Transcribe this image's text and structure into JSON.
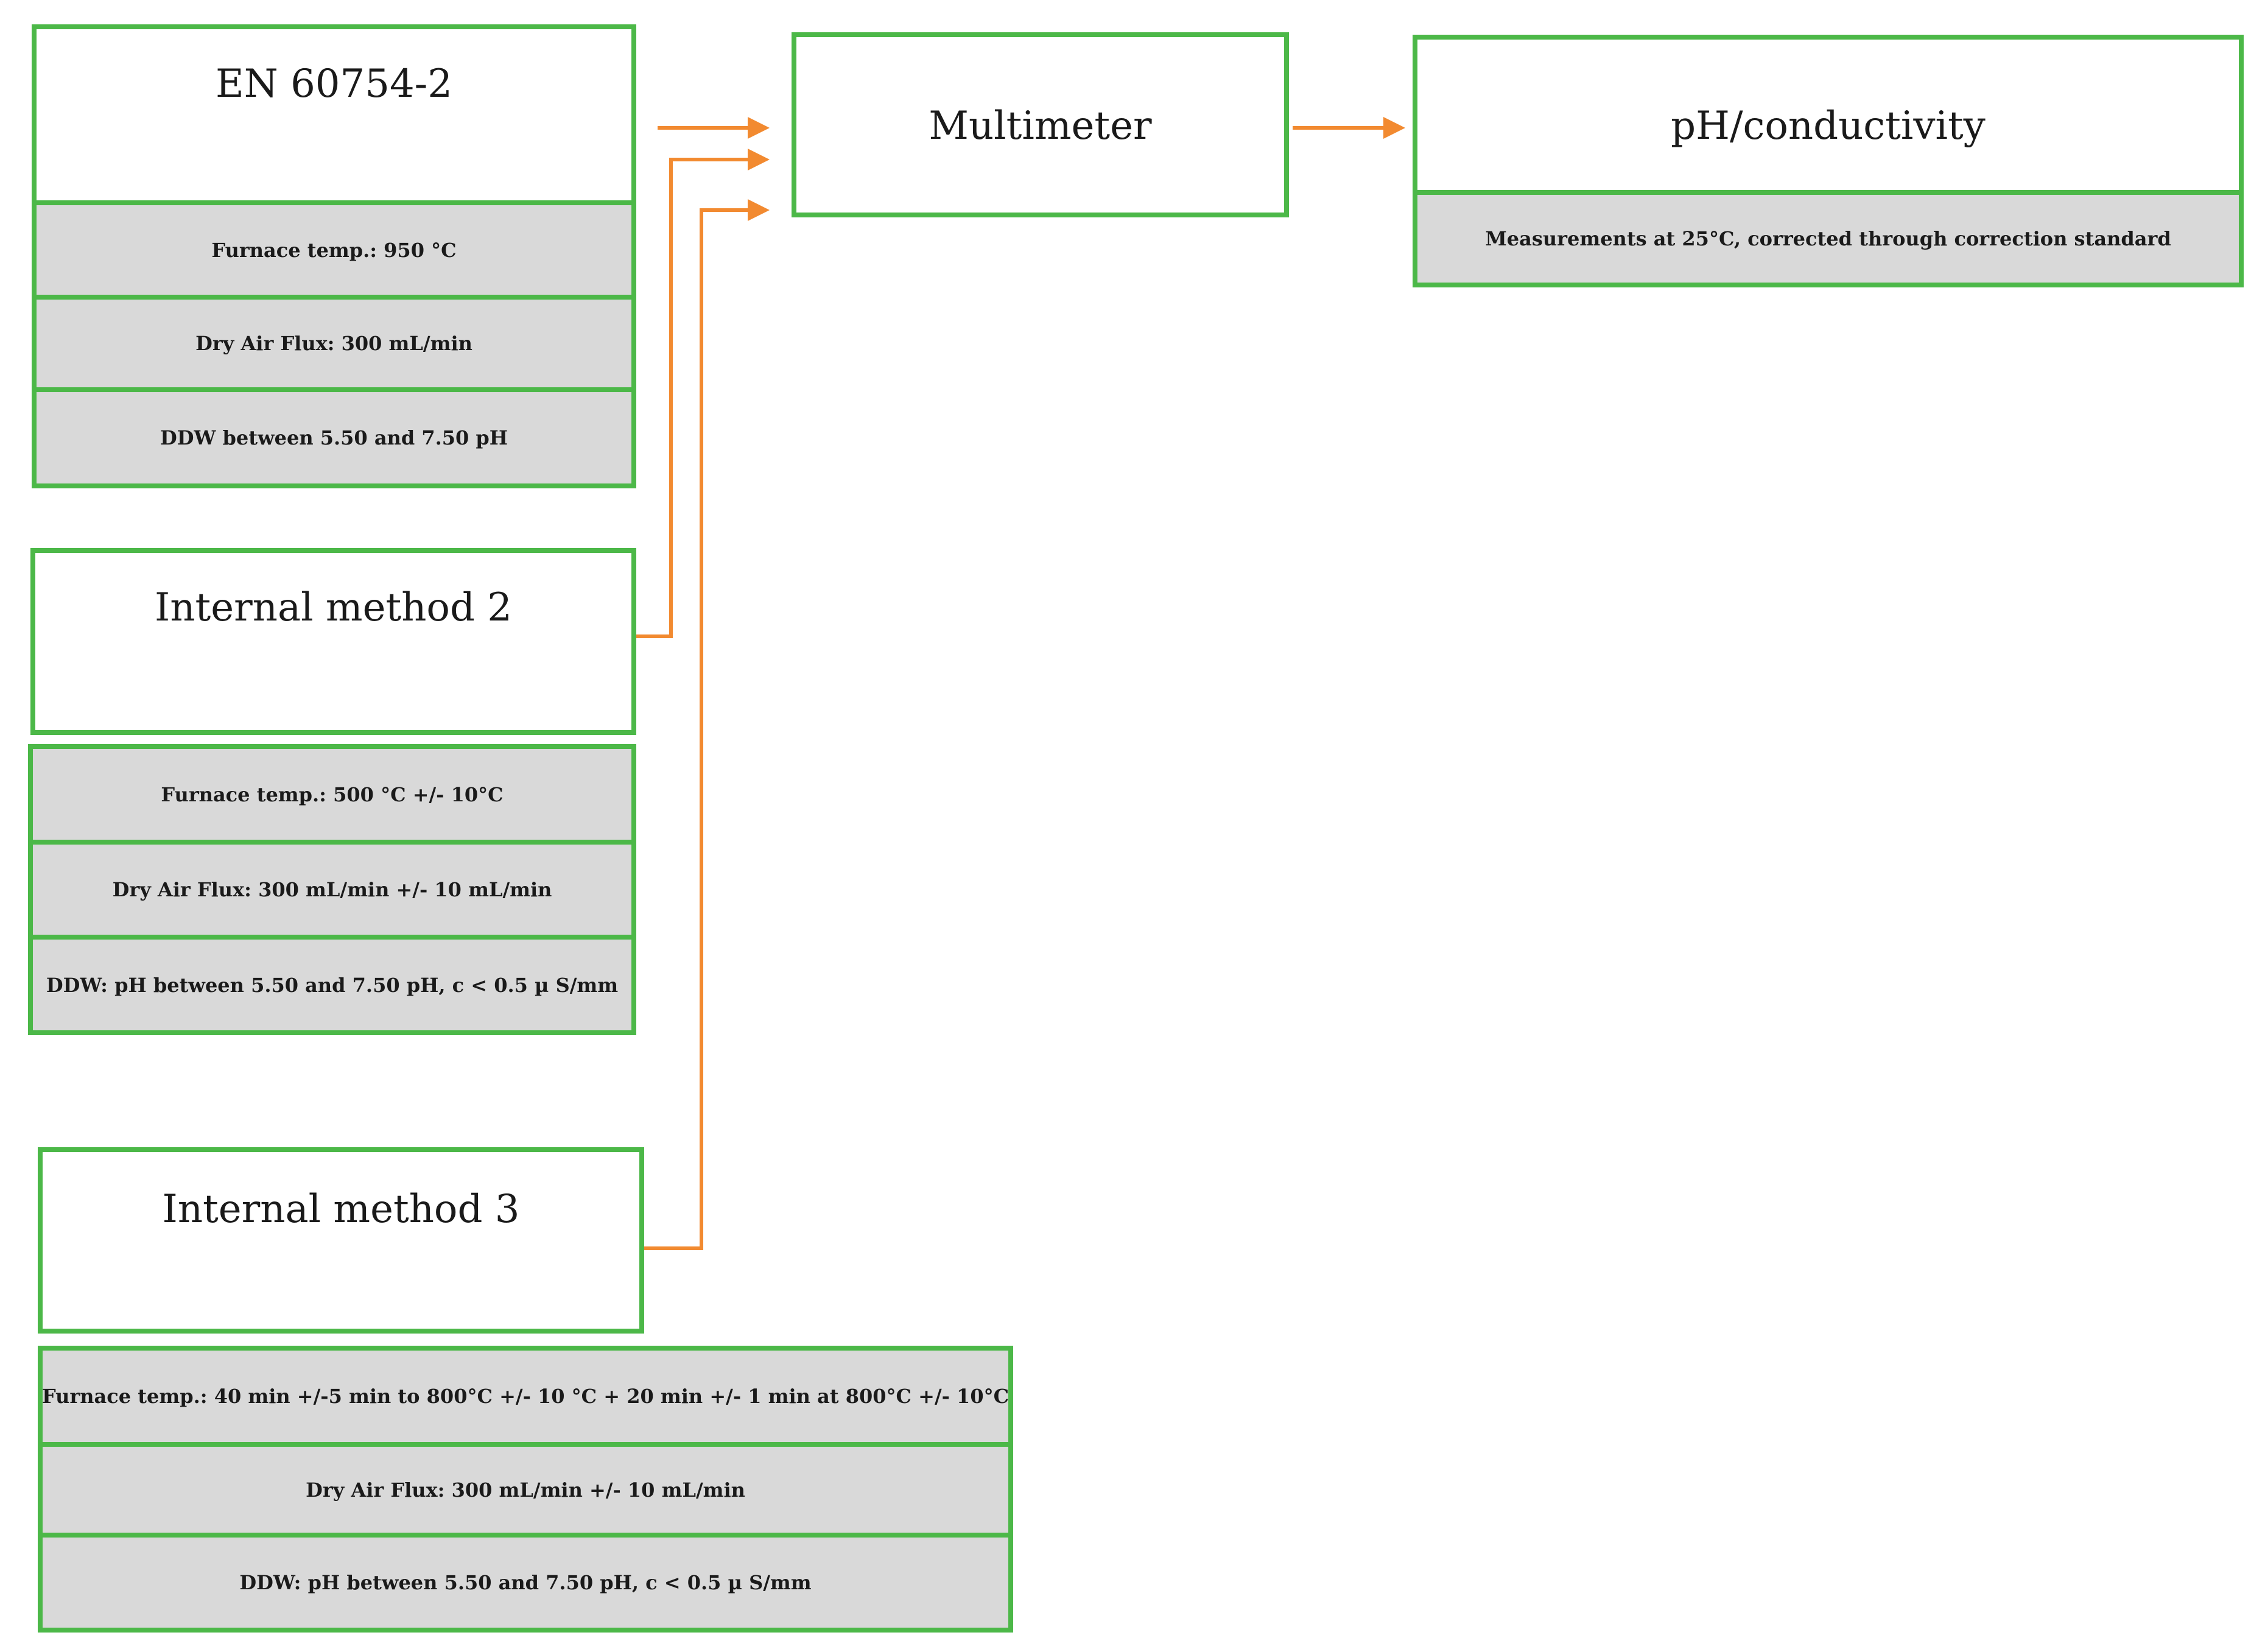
{
  "colors": {
    "border": "#4cb848",
    "row_fill": "#d9d9d9",
    "arrow": "#f28a30"
  },
  "methods": [
    {
      "title": "EN 60754-2",
      "rows": [
        "Furnace temp.: 950 °C",
        "Dry Air Flux: 300 mL/min",
        "DDW between 5.50 and 7.50 pH"
      ]
    },
    {
      "title": "Internal method 2",
      "rows": [
        "Furnace temp.: 500 °C +/- 10°C",
        "Dry Air Flux: 300 mL/min +/- 10 mL/min",
        "DDW: pH between 5.50 and 7.50 pH, c < 0.5 µ S/mm"
      ]
    },
    {
      "title": "Internal method 3",
      "rows": [
        "Furnace temp.: 40 min +/-5 min to 800°C +/- 10 °C + 20 min +/- 1 min at 800°C +/- 10°C",
        "Dry Air Flux: 300 mL/min +/- 10 mL/min",
        "DDW: pH between 5.50 and 7.50 pH, c < 0.5 µ S/mm"
      ]
    }
  ],
  "multimeter": {
    "title": "Multimeter"
  },
  "ph_conductivity": {
    "title": "pH/conductivity",
    "rows": [
      "Measurements at 25°C, corrected through correction standard"
    ]
  }
}
